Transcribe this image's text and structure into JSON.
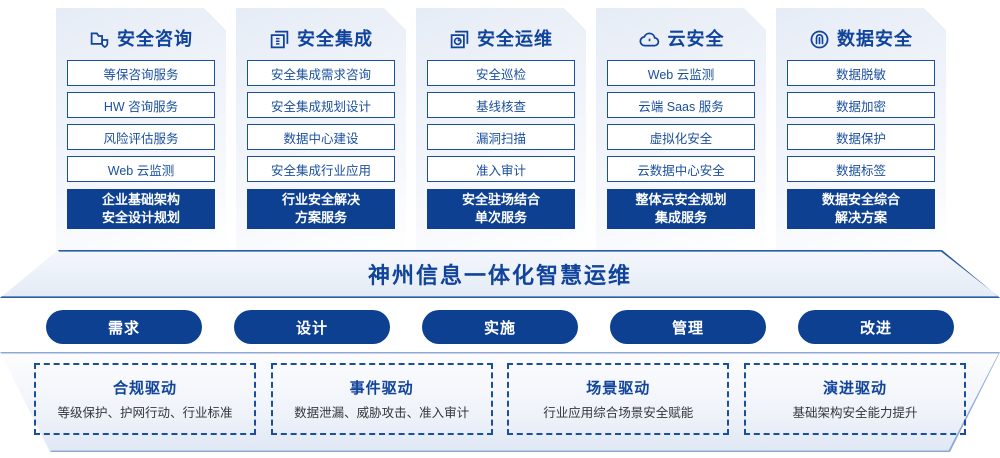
{
  "colors": {
    "brand_blue": "#10439b",
    "deep_blue": "#0d4091",
    "border_blue": "#1a4fa0",
    "card_gradient_start": "#e6ecf6",
    "card_gradient_end": "#ffffff"
  },
  "pillars": [
    {
      "icon": "folder-shield-icon",
      "title": "安全咨询",
      "items": [
        "等保咨询服务",
        "HW 咨询服务",
        "风险评估服务",
        "Web 云监测"
      ],
      "highlight": [
        "企业基础架构",
        "安全设计规划"
      ]
    },
    {
      "icon": "server-integration-icon",
      "title": "安全集成",
      "items": [
        "安全集成需求咨询",
        "安全集成规划设计",
        "数据中心建设",
        "安全集成行业应用"
      ],
      "highlight": [
        "行业安全解决",
        "方案服务"
      ]
    },
    {
      "icon": "monitor-ops-icon",
      "title": "安全运维",
      "items": [
        "安全巡检",
        "基线核查",
        "漏洞扫描",
        "准入审计"
      ],
      "highlight": [
        "安全驻场结合",
        "单次服务"
      ]
    },
    {
      "icon": "cloud-lock-icon",
      "title": "云安全",
      "items": [
        "Web 云监测",
        "云端 Saas 服务",
        "虚拟化安全",
        "云数据中心安全"
      ],
      "highlight": [
        "整体云安全规划",
        "集成服务"
      ]
    },
    {
      "icon": "fingerprint-icon",
      "title": "数据安全",
      "items": [
        "数据脱敏",
        "数据加密",
        "数据保护",
        "数据标签"
      ],
      "highlight": [
        "数据安全综合",
        "解决方案"
      ]
    }
  ],
  "banner": {
    "text": "神州信息一体化智慧运维"
  },
  "phases": [
    {
      "label": "需求"
    },
    {
      "label": "设计"
    },
    {
      "label": "实施"
    },
    {
      "label": "管理"
    },
    {
      "label": "改进"
    }
  ],
  "drivers": [
    {
      "title": "合规驱动",
      "sub": "等级保护、护网行动、行业标准"
    },
    {
      "title": "事件驱动",
      "sub": "数据泄漏、威胁攻击、准入审计"
    },
    {
      "title": "场景驱动",
      "sub": "行业应用综合场景安全赋能"
    },
    {
      "title": "演进驱动",
      "sub": "基础架构安全能力提升"
    }
  ]
}
